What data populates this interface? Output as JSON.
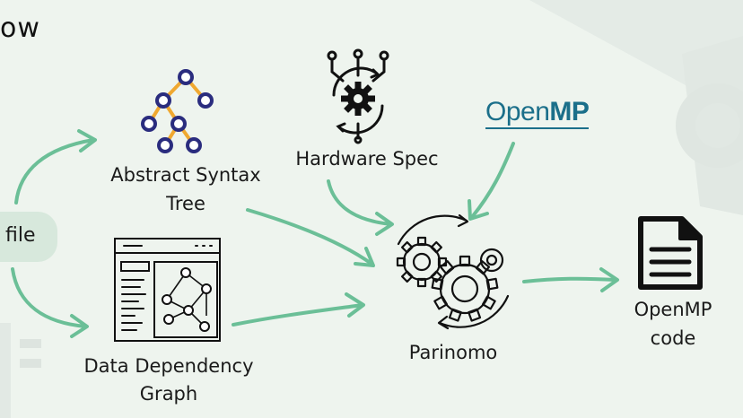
{
  "title_fragment": "ow",
  "nodes": {
    "file": "file",
    "ast_line1": "Abstract Syntax",
    "ast_line2": "Tree",
    "hardware": "Hardware Spec",
    "openmp_logo_a": "Open",
    "openmp_logo_b": "MP",
    "ddg_line1": "Data Dependency",
    "ddg_line2": "Graph",
    "parinomo": "Parinomo",
    "output_line1": "OpenMP",
    "output_line2": "code"
  },
  "colors": {
    "background": "#eef4ee",
    "arrow": "#6bbf97",
    "node_navy": "#2a2c7e",
    "edge_orange": "#f0a830",
    "logo_blue": "#1b6f8a",
    "pill": "#d7e8dc"
  },
  "icons": [
    "tree-icon",
    "processor-gear-icon",
    "gears-icon",
    "document-icon",
    "graph-window-icon"
  ]
}
